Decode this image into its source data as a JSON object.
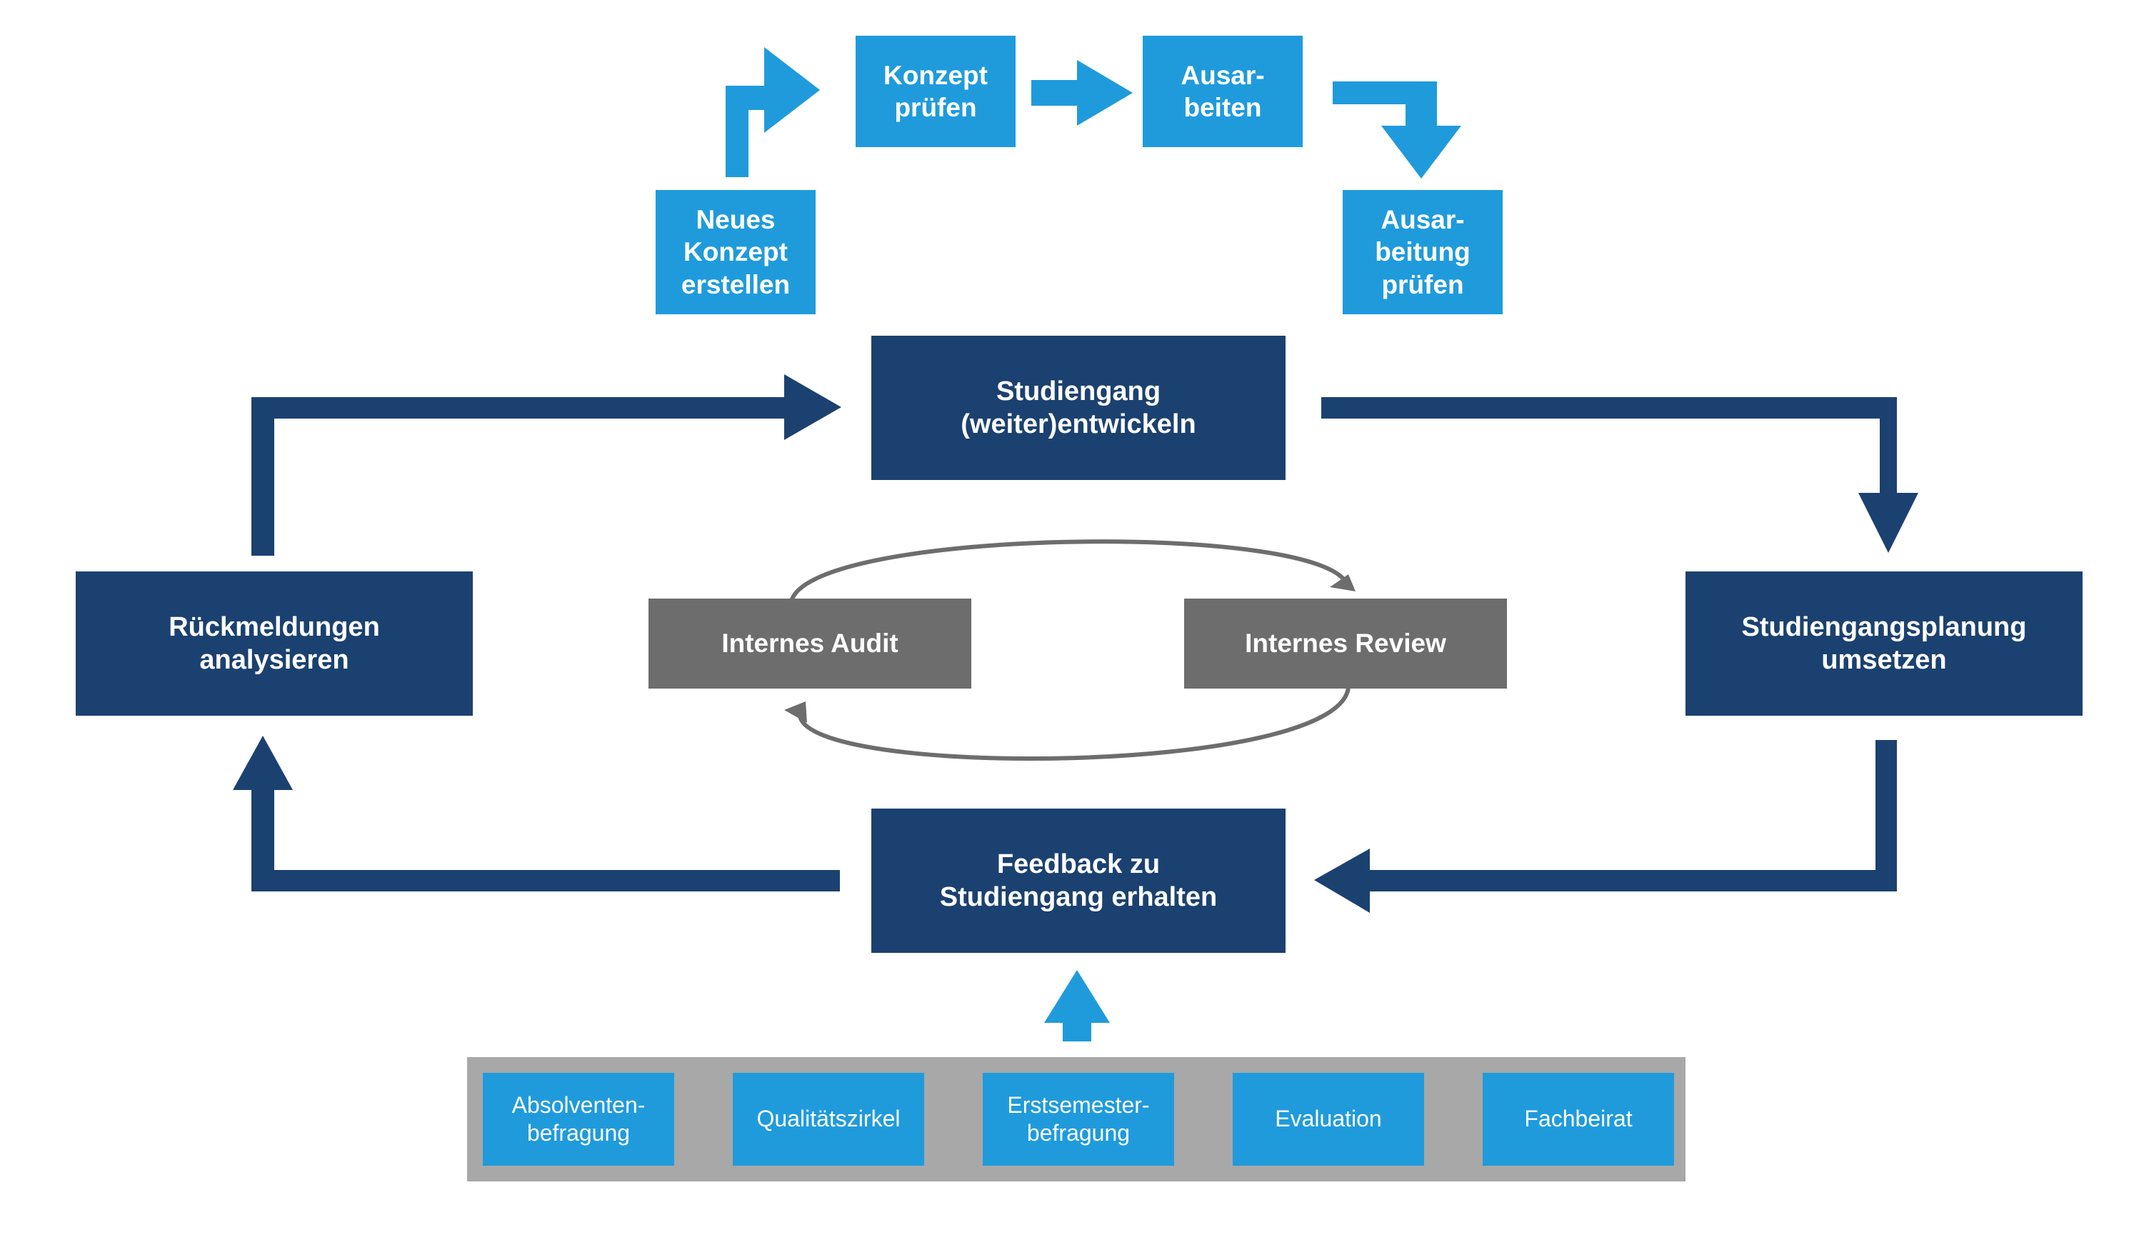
{
  "concept_loop": {
    "neues_konzept": "Neues\nKonzept\nerstellen",
    "konzept_pruefen": "Konzept\nprüfen",
    "ausarbeiten": "Ausar-\nbeiten",
    "ausarbeitung_pruefen": "Ausar-\nbeitung\nprüfen"
  },
  "main_cycle": {
    "studiengang_entwickeln": "Studiengang\n(weiter)entwickeln",
    "planung_umsetzen": "Studiengangsplanung\numsetzen",
    "feedback_erhalten": "Feedback zu\nStudiengang erhalten",
    "rueckmeldungen_analysieren": "Rückmeldungen\nanalysieren"
  },
  "internal_loop": {
    "audit": "Internes Audit",
    "review": "Internes Review"
  },
  "feedback_sources": [
    "Absolventen-\nbefragung",
    "Qualitätszirkel",
    "Erstsemester-\nbefragung",
    "Evaluation",
    "Fachbeirat"
  ],
  "colors": {
    "light_blue": "#1f9bdc",
    "dark_blue": "#1b4170",
    "grey_box": "#6d6d6d",
    "grey_panel": "#a8a8a8"
  }
}
